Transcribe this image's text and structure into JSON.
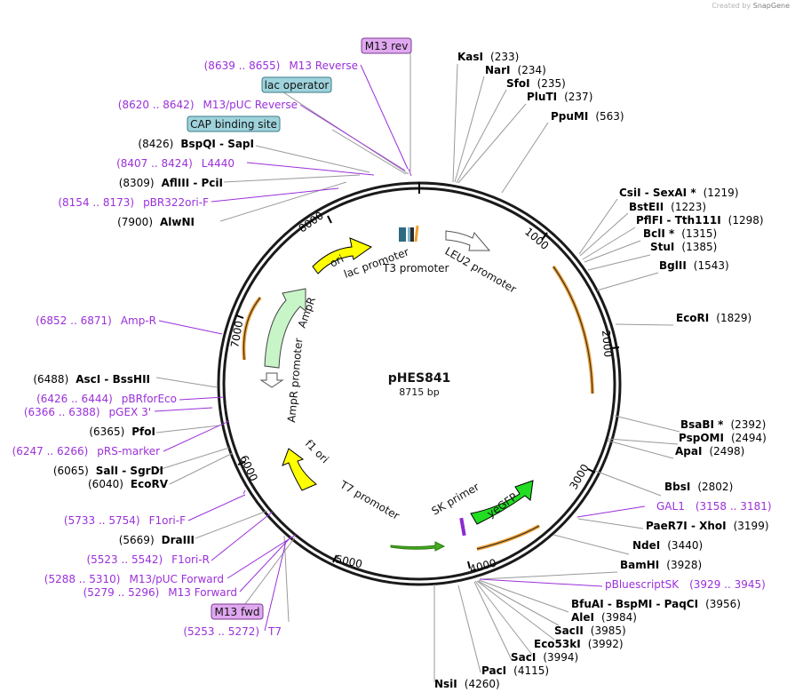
{
  "credit": {
    "prefix": "Created by",
    "brand": "SnapGene"
  },
  "plasmid": {
    "name": "pHES841",
    "length": "8715 bp"
  },
  "ticks": [
    "1000",
    "2000",
    "3000",
    "4000",
    "5000",
    "6000",
    "7000",
    "8000"
  ],
  "enzymes_right": [
    [
      "KasI",
      "(233)"
    ],
    [
      "NarI",
      "(234)"
    ],
    [
      "SfoI",
      "(235)"
    ],
    [
      "PluTI",
      "(237)"
    ],
    [
      "PpuMI",
      "(563)"
    ],
    [
      "CsiI - SexAI *",
      "(1219)"
    ],
    [
      "BstEII",
      "(1223)"
    ],
    [
      "PflFI - Tth111I",
      "(1298)"
    ],
    [
      "BclI *",
      "(1315)"
    ],
    [
      "StuI",
      "(1385)"
    ],
    [
      "BglII",
      "(1543)"
    ],
    [
      "EcoRI",
      "(1829)"
    ],
    [
      "BsaBI *",
      "(2392)"
    ],
    [
      "PspOMI",
      "(2494)"
    ],
    [
      "ApaI",
      "(2498)"
    ],
    [
      "BbsI",
      "(2802)"
    ],
    [
      "GAL1",
      "(3158 .. 3181)"
    ],
    [
      "PaeR7I - XhoI",
      "(3199)"
    ],
    [
      "NdeI",
      "(3440)"
    ],
    [
      "BamHI",
      "(3928)"
    ],
    [
      "pBluescriptSK",
      "(3929 .. 3945)"
    ],
    [
      "BfuAI - BspMI - PaqCI",
      "(3956)"
    ],
    [
      "AleI",
      "(3984)"
    ],
    [
      "SacII",
      "(3985)"
    ],
    [
      "Eco53kI",
      "(3992)"
    ],
    [
      "SacI",
      "(3994)"
    ],
    [
      "PacI",
      "(4115)"
    ],
    [
      "NsiI",
      "(4260)"
    ]
  ],
  "enzymes_left": [
    [
      "M13 Reverse",
      "(8639 .. 8655)"
    ],
    [
      "M13/pUC Reverse",
      "(8620 .. 8642)"
    ],
    [
      "BspQI - SapI",
      "(8426)"
    ],
    [
      "L4440",
      "(8407 .. 8424)"
    ],
    [
      "AflIII - PciI",
      "(8309)"
    ],
    [
      "pBR322ori-F",
      "(8154 .. 8173)"
    ],
    [
      "AlwNI",
      "(7900)"
    ],
    [
      "Amp-R",
      "(6852 .. 6871)"
    ],
    [
      "AscI - BssHII",
      "(6488)"
    ],
    [
      "pBRforEco",
      "(6426 .. 6444)"
    ],
    [
      "pGEX 3'",
      "(6366 .. 6388)"
    ],
    [
      "PfoI",
      "(6365)"
    ],
    [
      "pRS-marker",
      "(6247 .. 6266)"
    ],
    [
      "SalI - SgrDI",
      "(6065)"
    ],
    [
      "EcoRV",
      "(6040)"
    ],
    [
      "F1ori-F",
      "(5733 .. 5754)"
    ],
    [
      "DraIII",
      "(5669)"
    ],
    [
      "F1ori-R",
      "(5523 .. 5542)"
    ],
    [
      "M13/pUC Forward",
      "(5288 .. 5310)"
    ],
    [
      "M13 Forward",
      "(5279 .. 5296)"
    ],
    [
      "T7",
      "(5253 .. 5272)"
    ]
  ],
  "boxed": [
    "M13 rev",
    "lac operator",
    "CAP binding site",
    "M13 fwd"
  ],
  "features": [
    "ori",
    "lac promoter",
    "T3 promoter",
    "LEU2 promoter",
    "AmpR",
    "AmpR promoter",
    "f1 ori",
    "T7 promoter",
    "SK primer",
    "yeGFP"
  ],
  "colors": {
    "primer": "#9b30d9",
    "enzyme": "#000000",
    "ori": "#ffff00",
    "ampr": "#c8f5c8",
    "yegfp": "#22dd22",
    "box_primer": "#e0a8f0",
    "box_feature": "#9fd3dc",
    "orange": "#f0a030"
  }
}
